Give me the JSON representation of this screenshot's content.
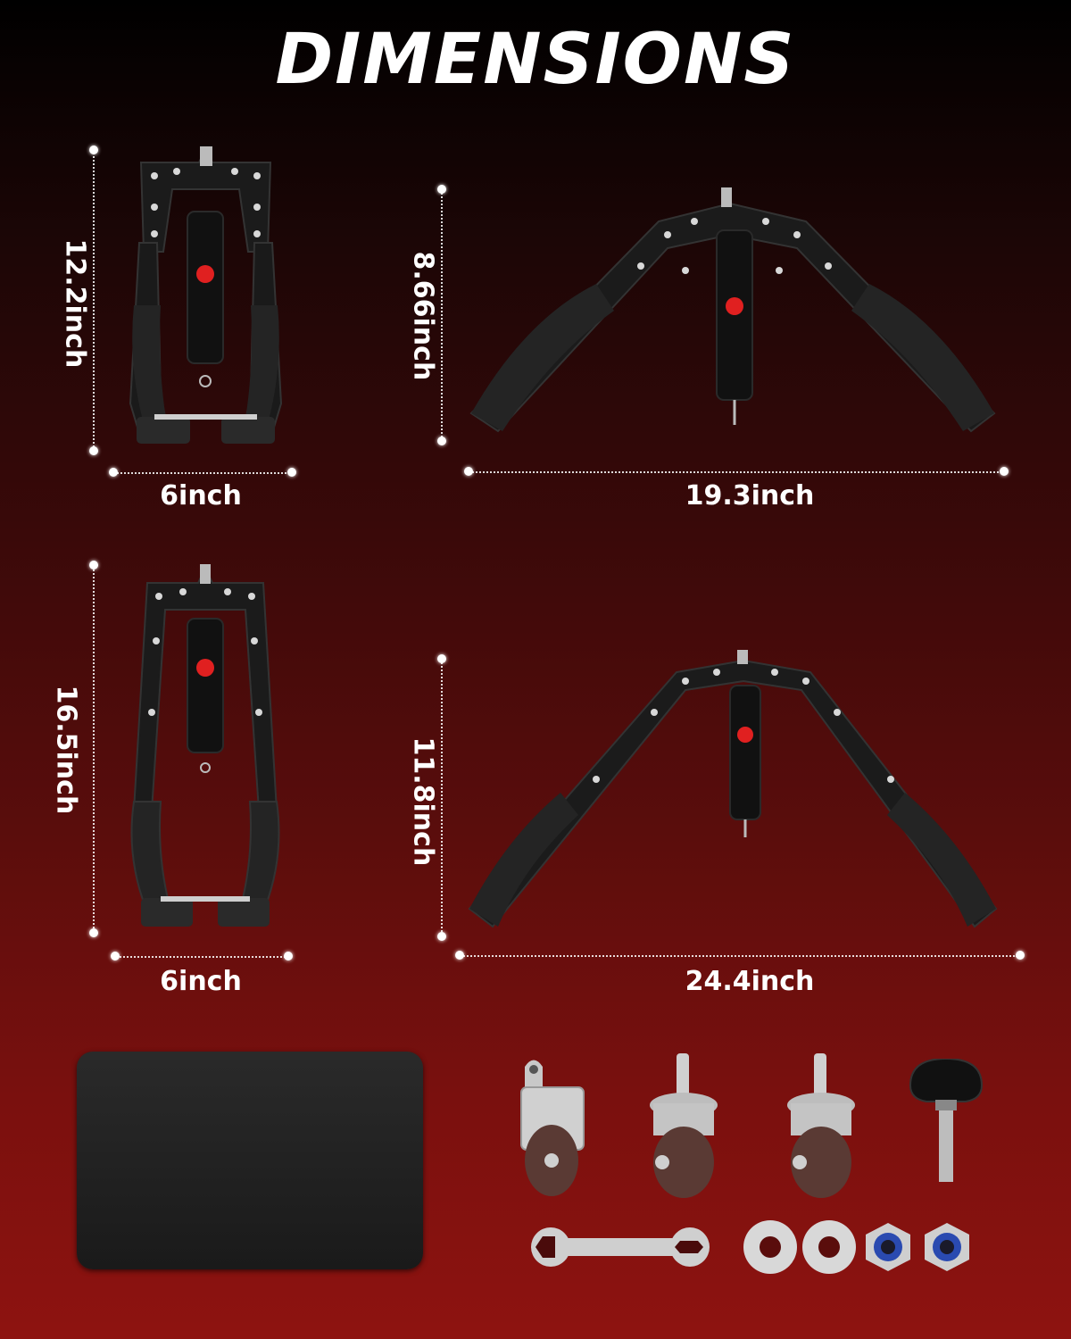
{
  "title": "DIMENSIONS",
  "products": {
    "top_left": {
      "height": "12.2inch",
      "width": "6inch"
    },
    "top_right": {
      "height": "8.66inch",
      "width": "19.3inch"
    },
    "bottom_left": {
      "height": "16.5inch",
      "width": "6inch"
    },
    "bottom_right": {
      "height": "11.8inch",
      "width": "24.4inch"
    }
  },
  "accessories": [
    "mat-pad",
    "pulley-wheel",
    "caster-wheel",
    "caster-wheel",
    "knob-bolt",
    "wrench",
    "washer",
    "washer",
    "lock-nut",
    "lock-nut"
  ],
  "colors": {
    "background_top": "#000000",
    "background_bottom": "#8e1310",
    "accent": "#e02020",
    "text": "#ffffff"
  }
}
